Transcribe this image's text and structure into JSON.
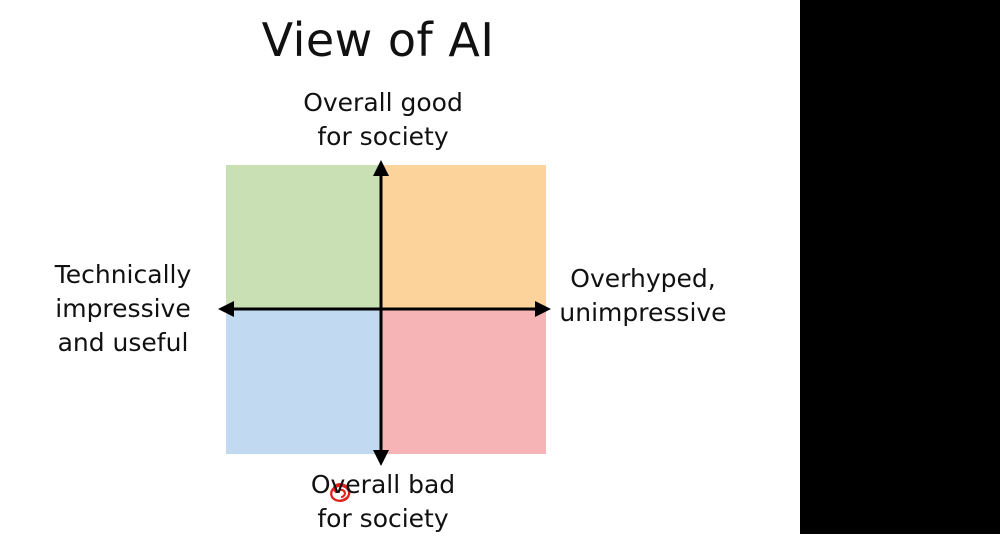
{
  "title": "View of AI",
  "axes": {
    "top": [
      "Overall good",
      "for society"
    ],
    "bottom": [
      "Overall bad",
      "for society"
    ],
    "left": [
      "Technically",
      "impressive",
      "and useful"
    ],
    "right": [
      "Overhyped,",
      "unimpressive"
    ]
  },
  "quadrants": {
    "top_left": {
      "color": "#c8e0b4"
    },
    "top_right": {
      "color": "#fcd39a"
    },
    "bottom_left": {
      "color": "#c1d9f1"
    },
    "bottom_right": {
      "color": "#f6b4b6"
    }
  },
  "marker": {
    "color": "#e0201c"
  }
}
